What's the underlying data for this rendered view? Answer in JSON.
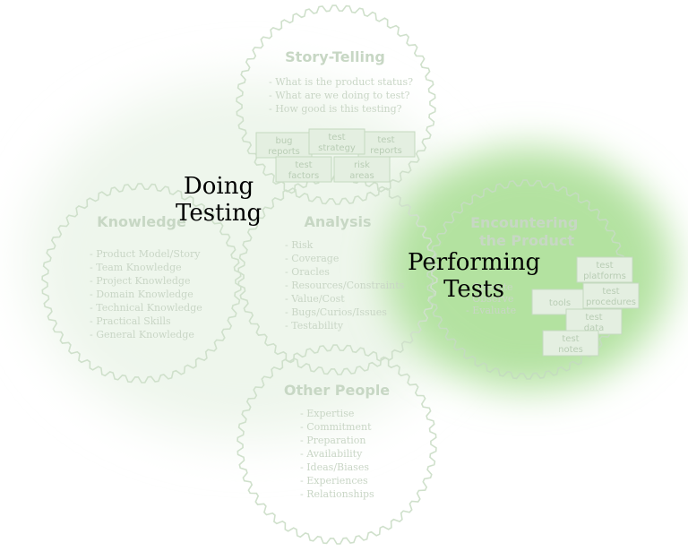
{
  "highlight_color": "#b3e2a0",
  "gear_color": "#c6dcc2",
  "labels": {
    "doing_testing": [
      "Doing",
      "Testing"
    ],
    "performing_tests": [
      "Performing",
      "Tests"
    ]
  },
  "gears": {
    "story_telling": {
      "title": [
        "Story-Telling"
      ],
      "items": [
        "- What is the product status?",
        "- What are we doing to test?",
        "- How good is this testing?"
      ]
    },
    "knowledge": {
      "title": [
        "Knowledge"
      ],
      "items": [
        "- Product Model/Story",
        "- Team Knowledge",
        "- Project Knowledge",
        "- Domain Knowledge",
        "- Technical Knowledge",
        "- Practical Skills",
        "- General Knowledge"
      ]
    },
    "analysis": {
      "title": [
        "Analysis"
      ],
      "items": [
        "- Risk",
        "- Coverage",
        "- Oracles",
        "- Resources/Constraints",
        "- Value/Cost",
        "- Bugs/Curios/Issues",
        "- Testability"
      ]
    },
    "encountering": {
      "title": [
        "Encountering",
        "the Product"
      ],
      "items": [
        "- Operate",
        "- Observe",
        "- Evaluate"
      ]
    },
    "other_people": {
      "title": [
        "Other People"
      ],
      "items": [
        "- Expertise",
        "- Commitment",
        "- Preparation",
        "- Availability",
        "- Ideas/Biases",
        "- Experiences",
        "- Relationships"
      ]
    }
  },
  "boxes": {
    "story": [
      [
        "bug",
        "reports"
      ],
      [
        "test",
        "strategy"
      ],
      [
        "test",
        "reports"
      ],
      [
        "test",
        "factors"
      ],
      [
        "risk",
        "areas"
      ]
    ],
    "product": [
      [
        "test",
        "platforms"
      ],
      [
        "tools"
      ],
      [
        "test",
        "procedures"
      ],
      [
        "test",
        "data"
      ],
      [
        "test",
        "notes"
      ]
    ]
  }
}
